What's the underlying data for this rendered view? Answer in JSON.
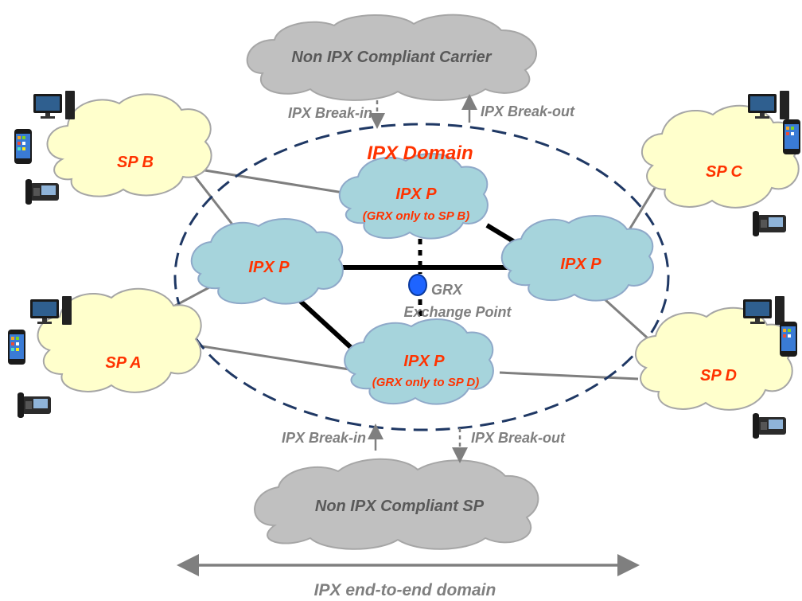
{
  "clouds": {
    "carrier": "Non IPX Compliant Carrier",
    "sp_bottom": "Non IPX Compliant SP",
    "sp_b": "SP B",
    "sp_a": "SP A",
    "sp_c": "SP C",
    "sp_d": "SP D",
    "ipx_p_top": "IPX P",
    "ipx_p_top_note": "(GRX only to SP B)",
    "ipx_p_left": "IPX P",
    "ipx_p_right": "IPX P",
    "ipx_p_bottom": "IPX P",
    "ipx_p_bottom_note": "(GRX only to SP  D)"
  },
  "domain_label": "IPX Domain",
  "grx": {
    "line1": "GRX",
    "line2": "Exchange Point"
  },
  "arrows": {
    "top_break_in": "IPX Break-in",
    "top_break_out": "IPX Break-out",
    "bottom_break_in": "IPX Break-in",
    "bottom_break_out": "IPX Break-out"
  },
  "footer": "IPX end-to-end domain",
  "colors": {
    "gray_cloud": "#c0c0c0",
    "sp_cloud": "#ffffcc",
    "ipx_cloud": "#a6d4dc",
    "label_red": "#ff3300",
    "label_gray": "#7f7f7f",
    "dashed_ellipse": "#1f3864",
    "grx_dot": "#1e64ff"
  },
  "icons": [
    "desktop-computer-icon",
    "smartphone-icon",
    "desk-phone-icon"
  ]
}
